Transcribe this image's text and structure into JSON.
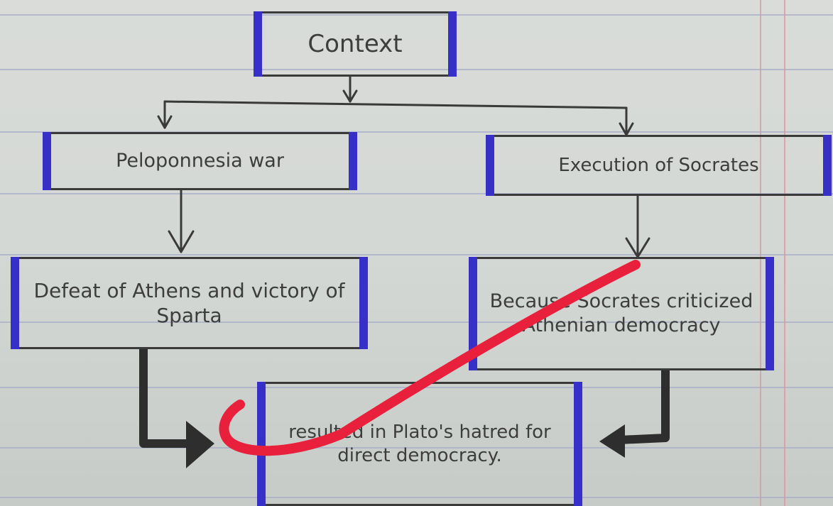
{
  "diagram": {
    "nodes": {
      "context": "Context",
      "war": "Peloponnesia war",
      "socrates": "Execution of Socrates",
      "defeat": "Defeat of Athens and victory of Sparta",
      "because": "Because Socrates criticized Athenian democracy",
      "result": "resulted in Plato's hatred for direct democracy."
    },
    "edges": [
      {
        "from": "context",
        "to": "war"
      },
      {
        "from": "context",
        "to": "socrates"
      },
      {
        "from": "war",
        "to": "defeat"
      },
      {
        "from": "socrates",
        "to": "because"
      },
      {
        "from": "defeat",
        "to": "result"
      },
      {
        "from": "because",
        "to": "result"
      }
    ],
    "colors": {
      "box_side_bars": "#3730c8",
      "ink": "#3a3a3a",
      "red_mark": "#e8203c",
      "page_rule": "#a7adc6",
      "margin_rule": "#d49aa6"
    }
  }
}
